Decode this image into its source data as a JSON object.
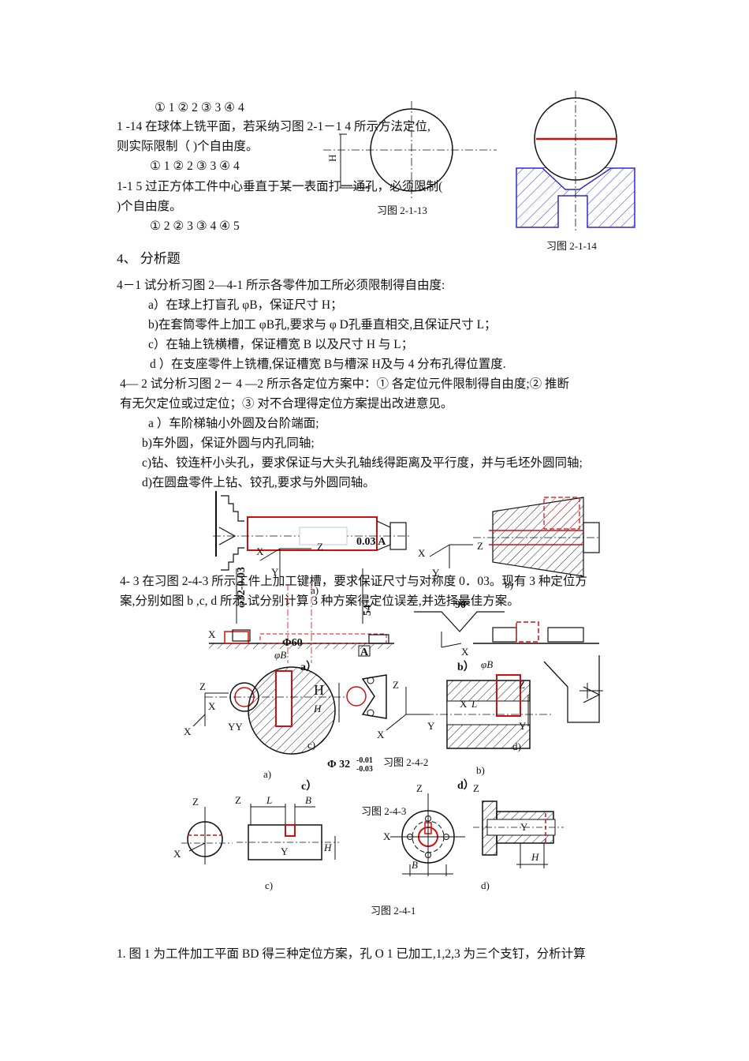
{
  "q13_options": "① 1 ②  2  ③ 3      ④ 4",
  "q14_line1": "1 -14     在球体上铣平面，若采纳习图 2-1－1 4 所示方法定位,",
  "q14_line2": "则实际限制（      )个自由度。",
  "q14_options": "①   1 ②    2    ③ 3    ④  4",
  "q15_line1": "1-1  5   过正方体工件中心垂直于某一表面打一通孔，必须限制(",
  "q15_line2": ")个自由度。",
  "q15_options": "①    2  ② 3     ③ 4       ④ 5",
  "fig_2_1_13_caption": "习图 2-1-13",
  "fig_2_1_14_caption": "习图 2-1-14",
  "section_title": "4、  分析题",
  "q41_intro": "4－1 试分析习图 2—4-1 所示各零件加工所必须限制得自由度:",
  "q41_a": "a）在球上打盲孔 φB，保证尺寸 H；",
  "q41_b": "b)在套筒零件上加工 φB孔,要求与 φ  D孔垂直相交,且保证尺寸 L；",
  "q41_c": "c）在轴上铣横槽，保证槽宽 B 以及尺寸 H 与 L；",
  "q41_d": "d ）在支座零件上铣槽,保证槽宽 B与槽深 H及与 4 分布孔得位置度.",
  "q42_line1": "4— 2  试分析习图 2－ 4 —2 所示各定位方案中：①    各定位元件限制得自由度;②    推断",
  "q42_line2": "有无欠定位或过定位；③ 对不合理得定位方案提出改进意见。",
  "q42_a": "a ）车阶梯轴小外圆及台阶端面;",
  "q42_b": "b)车外圆，保证外圆与内孔同轴;",
  "q42_c": "c)钻、铰连杆小头孔，要求保证与大头孔轴线得距离及平行度，并与毛坯外圆同轴;",
  "q42_d": "d)在圆盘零件上钻、铰孔,要求与外圆同轴。",
  "q43_line1": "4- 3  在习图 2-4-3 所示工件上加工键槽，要求保证尺寸与对称度 0．03。现有 3 种定位方",
  "q43_line2": "案,分别如图 b ,c,    d 所示.试分别计算 3 种方案得定位误差,并选择最佳方案。",
  "fig_2_4_2_caption": "习图  2-4-2",
  "fig_2_4_3_caption": "习图 2-4-3",
  "fig_2_4_1_caption": "习图 2-4-1",
  "q1_line": "1.  图 1 为工件加工平面 BD 得三种定位方案，孔 O  1 已加工,1,2,3 为三个支钉，分析计算",
  "fig_labels": {
    "H": "H",
    "X": "X",
    "Y": "Y",
    "Z": "Z",
    "YY": "YY",
    "a": "a)",
    "b": "b)",
    "c": "c)",
    "d": "d)",
    "a_bold": "a）",
    "b_bold": "b）",
    "c_bold": "c）",
    "d_bold": "d）",
    "L": "L",
    "B": "B",
    "phiB": "φB",
    "A": "A",
    "dim_003_A": "0.03 A",
    "dim_phi60": "Φ60",
    "dim_phi32": "Φ 32",
    "tol_upper": "-0.01",
    "tol_lower": "-0.03",
    "dim_phi32_v": "φ32-0.03",
    "dim_54": "54",
    "angle_90": "90°"
  }
}
